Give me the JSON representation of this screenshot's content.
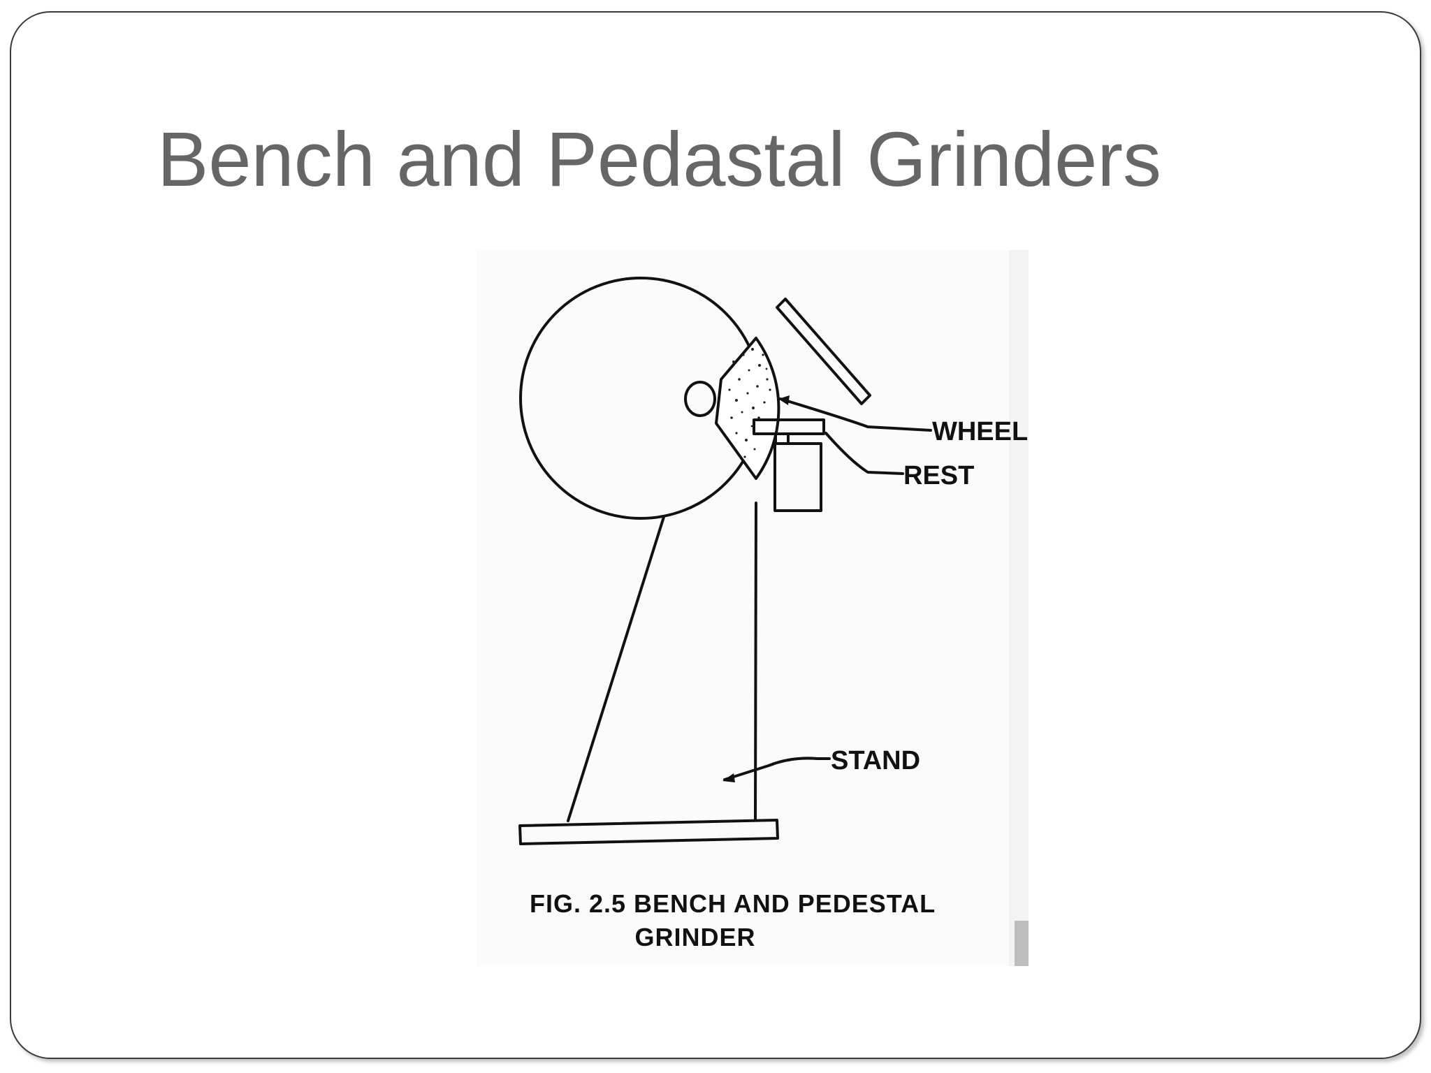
{
  "slide": {
    "title": "Bench and Pedastal Grinders"
  },
  "figure": {
    "labels": {
      "wheel": "WHEEL",
      "rest": "REST",
      "stand": "STAND"
    },
    "caption_line1": "FIG. 2.5 BENCH AND PEDESTAL",
    "caption_line2": "GRINDER"
  },
  "colors": {
    "title": "#666666",
    "ink": "#111111",
    "frame": "#3a3a3a"
  }
}
